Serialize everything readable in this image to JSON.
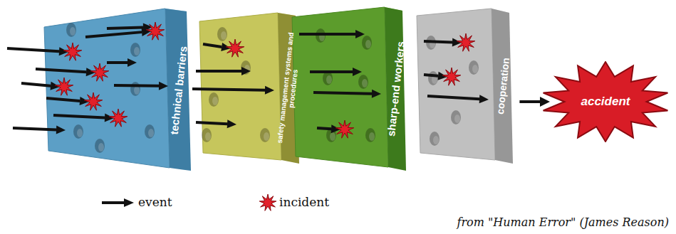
{
  "diagram": {
    "caption": "from \"Human Error\" (James Reason)",
    "nodes": [
      {
        "text": [
          "technical barriers"
        ]
      },
      {
        "text": [
          "safety management systems and procedures"
        ]
      },
      {
        "text": [
          "sharp-end workers"
        ]
      },
      {
        "text": [
          "cooperation"
        ]
      },
      {
        "text": [
          "accident"
        ]
      }
    ],
    "edges": [
      {
        "from": 3,
        "to": 4,
        "arrow": "to"
      }
    ],
    "legend": [
      {
        "text": "event"
      },
      {
        "text": "incident"
      }
    ]
  }
}
